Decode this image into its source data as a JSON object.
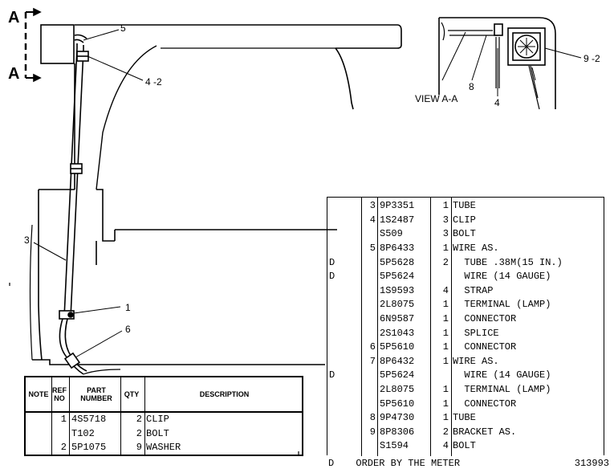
{
  "section_marker": {
    "top_letter": "A",
    "bottom_letter": "A"
  },
  "callouts": {
    "c5": "5",
    "c4_2": "4 -2",
    "c3": "3",
    "c1": "1",
    "c6": "6",
    "c9_2": "9 -2",
    "c8": "8",
    "c4": "4"
  },
  "view_label": "VIEW  A-A",
  "left_table": {
    "headers": {
      "note": "NOTE",
      "ref": "REF\nNO",
      "part": "PART\nNUMBER",
      "qty": "QTY",
      "desc": "DESCRIPTION"
    },
    "rows": [
      {
        "note": "",
        "ref": "1",
        "part": "4S5718",
        "qty": "2",
        "desc": "CLIP"
      },
      {
        "note": "",
        "ref": "",
        "part": "T102",
        "qty": "2",
        "desc": "BOLT"
      },
      {
        "note": "",
        "ref": "2",
        "part": "5P1075",
        "qty": "9",
        "desc": "WASHER"
      }
    ]
  },
  "right_table": {
    "rows": [
      {
        "note": "",
        "ref": "3",
        "part": "9P3351",
        "qty": "1",
        "desc": "TUBE"
      },
      {
        "note": "",
        "ref": "4",
        "part": "1S2487",
        "qty": "3",
        "desc": "CLIP"
      },
      {
        "note": "",
        "ref": "",
        "part": "S509",
        "qty": "3",
        "desc": "BOLT"
      },
      {
        "note": "",
        "ref": "5",
        "part": "8P6433",
        "qty": "1",
        "desc": "WIRE AS."
      },
      {
        "note": "D",
        "ref": "",
        "part": "5P5628",
        "qty": "2",
        "desc": "  TUBE .38M(15 IN.)"
      },
      {
        "note": "D",
        "ref": "",
        "part": "5P5624",
        "qty": "",
        "desc": "  WIRE (14 GAUGE)"
      },
      {
        "note": "",
        "ref": "",
        "part": "1S9593",
        "qty": "4",
        "desc": "  STRAP"
      },
      {
        "note": "",
        "ref": "",
        "part": "2L8075",
        "qty": "1",
        "desc": "  TERMINAL (LAMP)"
      },
      {
        "note": "",
        "ref": "",
        "part": "6N9587",
        "qty": "1",
        "desc": "  CONNECTOR"
      },
      {
        "note": "",
        "ref": "",
        "part": "2S1043",
        "qty": "1",
        "desc": "  SPLICE"
      },
      {
        "note": "",
        "ref": "6",
        "part": "5P5610",
        "qty": "1",
        "desc": "  CONNECTOR"
      },
      {
        "note": "",
        "ref": "7",
        "part": "8P6432",
        "qty": "1",
        "desc": "WIRE AS."
      },
      {
        "note": "D",
        "ref": "",
        "part": "5P5624",
        "qty": "",
        "desc": "  WIRE (14 GAUGE)"
      },
      {
        "note": "",
        "ref": "",
        "part": "2L8075",
        "qty": "1",
        "desc": "  TERMINAL (LAMP)"
      },
      {
        "note": "",
        "ref": "",
        "part": "5P5610",
        "qty": "1",
        "desc": "  CONNECTOR"
      },
      {
        "note": "",
        "ref": "8",
        "part": "9P4730",
        "qty": "1",
        "desc": "TUBE"
      },
      {
        "note": "",
        "ref": "9",
        "part": "8P8306",
        "qty": "2",
        "desc": "BRACKET AS."
      },
      {
        "note": "",
        "ref": "",
        "part": "S1594",
        "qty": "4",
        "desc": "BOLT"
      }
    ]
  },
  "footnote": {
    "letter": "D",
    "text": "ORDER BY THE METER",
    "drawing_number": "313993"
  }
}
